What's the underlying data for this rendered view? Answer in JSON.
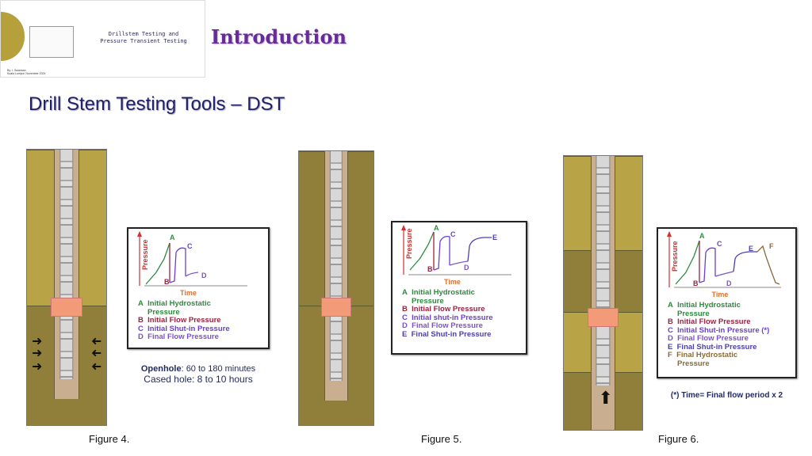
{
  "thumbnail": {
    "title_line1": "Drillstem Testing and",
    "title_line2": "Pressure Transient Testing",
    "author": "By: I. Sulaiman",
    "place": "Kuala Lumpur, November 2024"
  },
  "header": {
    "section": "Introduction",
    "title": "Drill Stem Testing Tools – DST"
  },
  "colors": {
    "a": "#2e8b3e",
    "b": "#9b2340",
    "c": "#6a3fd6",
    "d": "#7b52c9",
    "e": "#4b3fb0",
    "f": "#8a6a3a",
    "time": "#e07030",
    "pressure": "#d03030"
  },
  "figures": [
    {
      "caption": "Figure 4.",
      "chart": {
        "y_label": "Pressure",
        "x_label": "Time",
        "points": [
          "A",
          "B",
          "C",
          "D"
        ],
        "legend": [
          {
            "key": "A",
            "text": "Initial  Hydrostatic",
            "text2": "Pressure"
          },
          {
            "key": "B",
            "text": "Initial Flow Pressure"
          },
          {
            "key": "C",
            "text": "Initial Shut-in Pressure"
          },
          {
            "key": "D",
            "text": "Final Flow  Pressure"
          }
        ]
      },
      "note_bold": "Openhole",
      "note_rest": ": 60 to 180 minutes",
      "note2_bold": "Cased hole",
      "note2_rest": ":  8  to  10  hours"
    },
    {
      "caption": "Figure 5.",
      "chart": {
        "y_label": "Pressure",
        "x_label": "Time",
        "points": [
          "A",
          "B",
          "C",
          "D",
          "E"
        ],
        "legend": [
          {
            "key": "A",
            "text": "Initial  Hydrostatic",
            "text2": "Pressure"
          },
          {
            "key": "B",
            "text": "Initial Flow Pressure"
          },
          {
            "key": "C",
            "text": "Initial shut-in Pressure"
          },
          {
            "key": "D",
            "text": "Final Flow Pressure"
          },
          {
            "key": "E",
            "text": "Final Shut-in Pressure"
          }
        ]
      }
    },
    {
      "caption": "Figure 6.",
      "chart": {
        "y_label": "Pressure",
        "x_label": "Time",
        "points": [
          "A",
          "B",
          "C",
          "D",
          "E",
          "F"
        ],
        "legend": [
          {
            "key": "A",
            "text": "Initial  Hydrostatic",
            "text2": "Pressure"
          },
          {
            "key": "B",
            "text": "Initial Flow Pressure"
          },
          {
            "key": "C",
            "text": "Initial Shut-in Pressure (*)"
          },
          {
            "key": "D",
            "text": "Final Flow Pressure"
          },
          {
            "key": "E",
            "text": "Final Shut-in Pressure"
          },
          {
            "key": "F",
            "text": "Final Hydrostatic",
            "text2": "Pressure"
          }
        ]
      },
      "footnote": "(*) Time= Final  flow period x 2"
    }
  ]
}
